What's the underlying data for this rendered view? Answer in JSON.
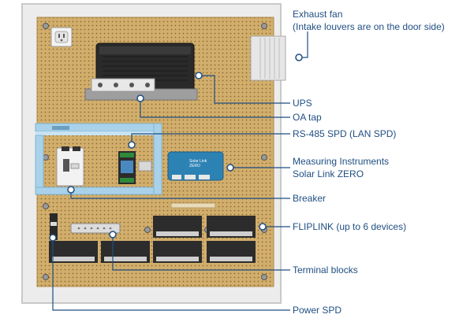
{
  "labels": {
    "exhaust_fan": "Exhaust fan",
    "exhaust_fan_note": "(Intake louvers are on the door side)",
    "ups": "UPS",
    "oa_tap": "OA tap",
    "rs485_spd": "RS-485 SPD (LAN SPD)",
    "measuring_instruments": "Measuring Instruments",
    "solar_link_zero": "Solar Link ZERO",
    "breaker": "Breaker",
    "fliplink": "FLIPLINK (up to 6 devices)",
    "terminal_blocks": "Terminal blocks",
    "power_spd": "Power SPD"
  },
  "device_text": {
    "solar_link_logo": "Solar Link",
    "solar_link_logo_sub": "ZERO"
  },
  "colors": {
    "callout_line": "#1f4e82",
    "label_text": "#1f4e82",
    "panel_board": "#d2ae6c",
    "cabinet": "#ececec",
    "din_rail_blue": "#a9d2ea",
    "solar_link_body": "#2d82b4"
  }
}
